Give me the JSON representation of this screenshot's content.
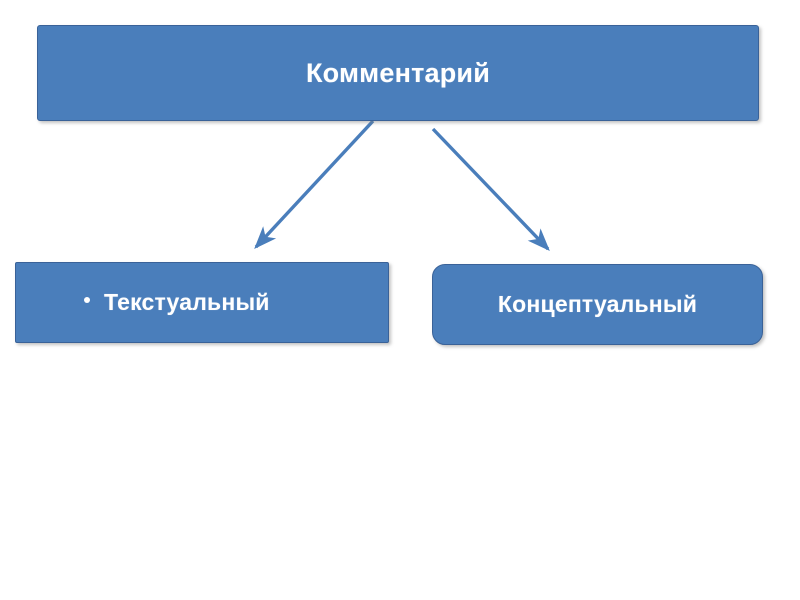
{
  "slide": {
    "background_color": "#FFFFFF",
    "title_node": {
      "label": "Комментарий"
    },
    "children": [
      {
        "label": "Текстуальный",
        "bullet": "•",
        "shape": "rectangle"
      },
      {
        "label": "Концептуальный",
        "bullet": "",
        "shape": "rounded-rectangle"
      }
    ],
    "connectors": [
      {
        "from": "Комментарий",
        "to": "Текстуальный",
        "style": "arrow"
      },
      {
        "from": "Комментарий",
        "to": "Концептуальный",
        "style": "arrow"
      }
    ],
    "colors": {
      "node_fill": "#4A7EBB",
      "node_border": "#3A6298",
      "node_text": "#FFFFFF",
      "connector": "#4A7EBB"
    }
  }
}
